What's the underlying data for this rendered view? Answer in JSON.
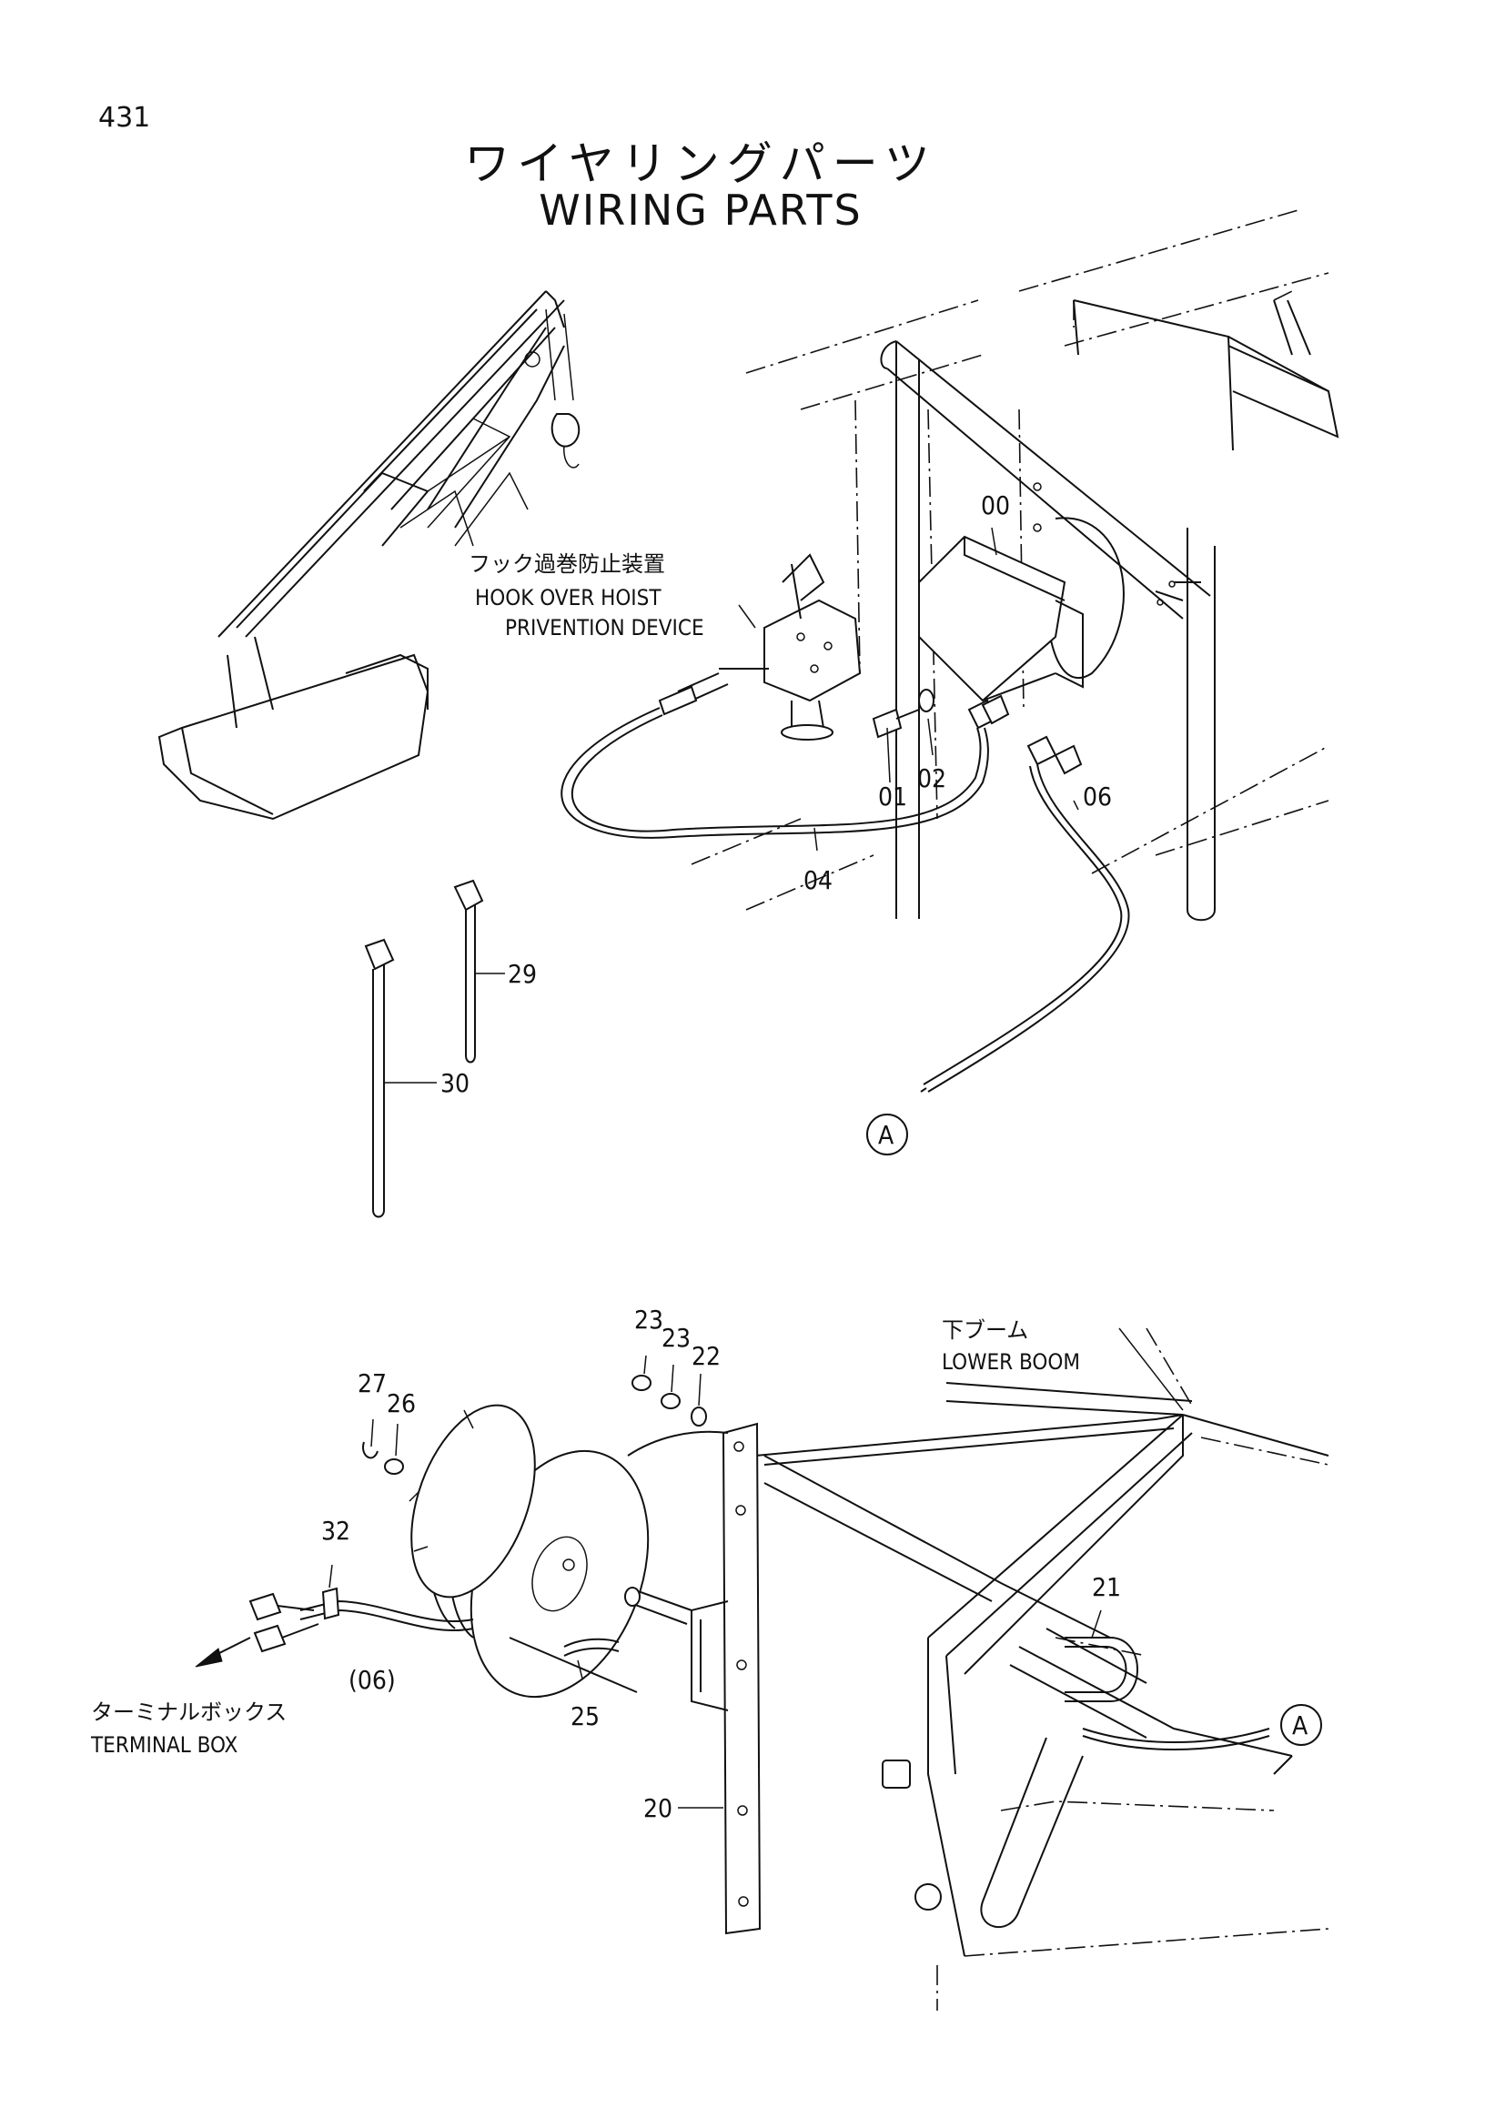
{
  "page_number": "431",
  "title_jp": "ワイヤリングパーツ",
  "title_en": "WIRING PARTS",
  "notes": {
    "hook_device_jp": "フック過巻防止装置",
    "hook_device_en_1": "HOOK OVER HOIST",
    "hook_device_en_2": "PRIVENTION DEVICE",
    "lower_boom_jp": "下ブーム",
    "lower_boom_en": "LOWER BOOM",
    "terminal_box_jp": "ターミナルボックス",
    "terminal_box_en": "TERMINAL BOX"
  },
  "callouts": {
    "p00": "00",
    "p01": "01",
    "p02": "02",
    "p04": "04",
    "p06": "06",
    "p29": "29",
    "p30": "30",
    "p23a": "23",
    "p23b": "23",
    "p22": "22",
    "p27": "27",
    "p26": "26",
    "p32": "32",
    "p06ref": "(06)",
    "p25": "25",
    "p20": "20",
    "p21": "21"
  },
  "connectors": {
    "top": "A",
    "bottom": "A"
  }
}
